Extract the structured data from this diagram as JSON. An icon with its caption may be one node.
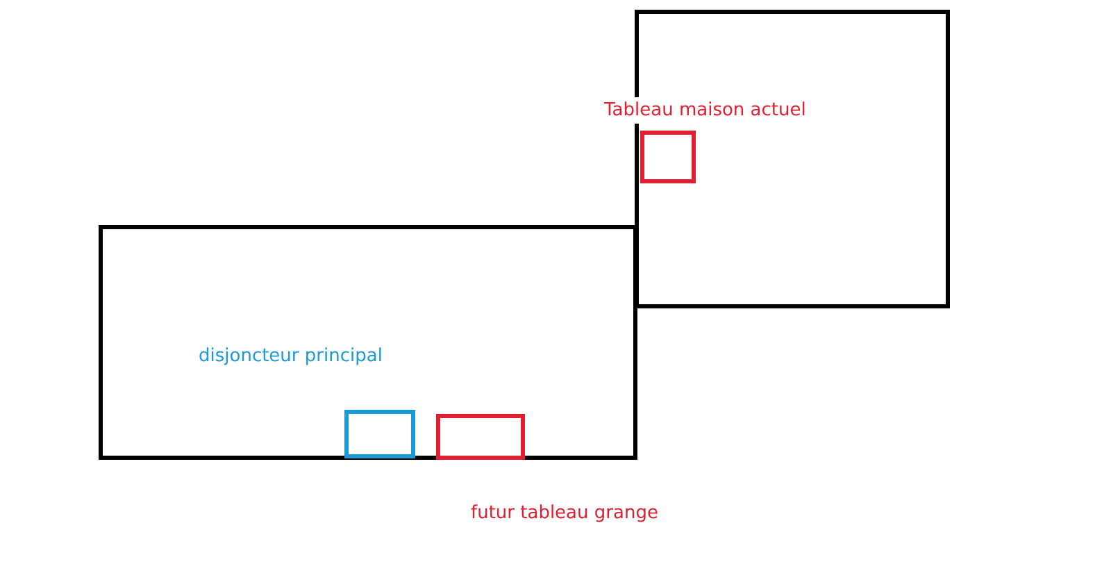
{
  "diagram": {
    "nodes": [
      {
        "text": [],
        "shape": "box"
      },
      {
        "text": [],
        "shape": "box",
        "in": 0,
        "beside": [
          "Tableau maison actuel"
        ]
      },
      {
        "text": [],
        "shape": "box"
      },
      {
        "text": [],
        "shape": "box",
        "in": 2,
        "beside": [
          "disjoncteur principal"
        ]
      },
      {
        "text": [],
        "shape": "box",
        "in": 2,
        "beside": [
          "futur tableau grange"
        ]
      }
    ]
  }
}
